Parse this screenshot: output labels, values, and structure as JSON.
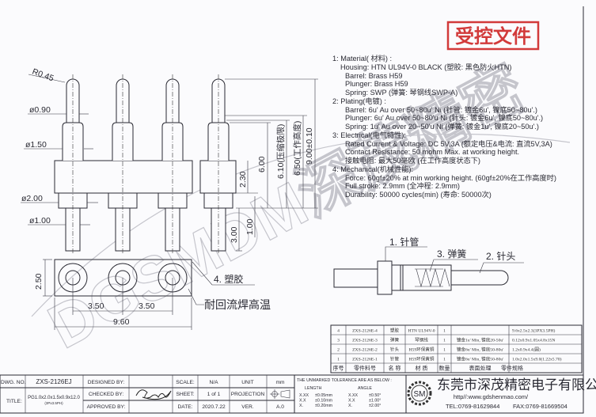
{
  "stamp": {
    "text": "受控文件",
    "color": "#d23a3a"
  },
  "watermark": {
    "text": "DGSMDM深茂精密"
  },
  "drawing": {
    "radius_label": "R0.45",
    "diameters": {
      "plunger": "ø0.90",
      "barrel": "ø1.50",
      "flange": "ø2.00",
      "tail": "ø1.00"
    },
    "heights": {
      "total": "9.00±0.10",
      "working": "6.50(工作高度)",
      "compressed": "6.10(压缩极限)",
      "barrel": "6.00",
      "housing": "2.30",
      "tail": "3.00",
      "flange_tail": "1.00"
    },
    "bottom_view": {
      "width": "2.50",
      "pitch_1": "3.50",
      "pitch_2": "3.50",
      "length": "9.60"
    },
    "callouts": {
      "housing": "4. 塑胶",
      "reflow": "耐回流焊高温"
    },
    "side_view_callouts": {
      "barrel": "1. 针管",
      "spring": "3. 弹簧",
      "plunger": "2. 针头"
    }
  },
  "specs": [
    {
      "text": "1:  Material( 材料) :",
      "indent": 0
    },
    {
      "text": "Housing:  HTN UL94V-0 BLACK (塑胶: 黑色防火HTN)",
      "indent": 1
    },
    {
      "text": "Barrel:  Brass H59",
      "indent": 2
    },
    {
      "text": "Plunger:  Brass H59",
      "indent": 2
    },
    {
      "text": "Spring:  SWP   (弹簧:  琴钢线SWP-A)",
      "indent": 2
    },
    {
      "text": "2:  Plating(电镀) :",
      "indent": 0
    },
    {
      "text": "Barrel:  6u' Au over 50~80u' Ni (针管: 镀金6u', 镍底50~80u'.)",
      "indent": 2
    },
    {
      "text": "Plunger:  6u' Au over 50~80'u Ni (针头: 镀金6u', 镍底50~80u'.)",
      "indent": 2
    },
    {
      "text": "Spring:  1u' Au over 20~50'u Ni (弹簧: 镀金1u', 镍底20~50u'.)",
      "indent": 2
    },
    {
      "text": "3:  Electrical(电气特性):",
      "indent": 0
    },
    {
      "text": "Rated Current & Voltage: DC 5V,3A (额定电压&电流: 直流5V,3A)",
      "indent": 2
    },
    {
      "text": "Contact Resistance: 50 mohm Max. at working height.",
      "indent": 2
    },
    {
      "text": "接触电阻: 最大50毫欧 (在工作高度状态下)",
      "indent": 2
    },
    {
      "text": "4:  Mechanical(机械性能):",
      "indent": 0
    },
    {
      "text": "Force: 60gf±20% at min working height. (60gf±20%在工作高度时)",
      "indent": 2
    },
    {
      "text": "Full stroke: 2.9mm (全冲程: 2.9mm)",
      "indent": 2
    },
    {
      "text": "Durability: 50000 cycles(min) (寿命: 50000次)",
      "indent": 2
    }
  ],
  "parts_table": {
    "headers": [
      "序号",
      "零件料号",
      "名 称",
      "材 质",
      "数量",
      "表面处理",
      "零件规格"
    ],
    "rows": [
      [
        "4",
        "ZXS-2126E-4",
        "塑胶",
        "HTN UL94V-0",
        "1",
        "",
        "9.6x2.5x2.3(3PX3.5PH)"
      ],
      [
        "3",
        "ZXS-2126E-3",
        "弹簧",
        "琴钢线",
        "1",
        "镀金1u' Min, 镍底20-50u'",
        "0.12x0.9x1.05x4.8x15N"
      ],
      [
        "2",
        "ZXS-2126E-2",
        "针头",
        "H59环保黄铜",
        "1",
        "镀金6u' Min, 镍底50-80u'",
        "1.2x0.9x4.4(圆)"
      ],
      [
        "1",
        "ZXS-2126E-1",
        "针管",
        "H59环保黄铜",
        "1",
        "镀金6u' Min, 镍底50-80u'",
        "1.0x2.0x1.5x9.0(1.22x5.70)"
      ]
    ]
  },
  "title_block": {
    "dwg_no_label": "DWG. NO.",
    "dwg_no": "ZXS-2126EJ",
    "title_label": "TITLE:",
    "title": "PG1.0x2.0x1.5x0.9x12.0",
    "title_sub": "(3Px3.5PH)",
    "designed_by_label": "DESIGNED BY:",
    "checked_by_label": "CHECKED BY:",
    "approved_by_label": "APPROVED BY:",
    "scale_label": "SCALE:",
    "scale": "N/A",
    "sheet_label": "SHEET:",
    "sheet": "1 of 1",
    "date_label": "DATE:",
    "date": "2020.7.22",
    "unit_label": "UNIT",
    "unit": "mm",
    "projection_label": "PROJECTION",
    "ver_label": "VER.",
    "ver": "A.0"
  },
  "tolerance": {
    "title": "THE UNMARKED TOLERANCE ARE AS BELOW :",
    "length_label": "LENGTH",
    "angle_label": "ANGLE",
    "rows": [
      {
        "fmt": "X.XX",
        "length": "±0.05mm",
        "afmt": "X.XX",
        "angle": "±0.50°"
      },
      {
        "fmt": "X.X",
        "length": "±0.10mm",
        "afmt": "X.X",
        "angle": "±1.00°"
      },
      {
        "fmt": "X.",
        "length": "±0.20mm",
        "afmt": "X.",
        "angle": "±2.00°"
      }
    ]
  },
  "company": {
    "logo": "SM",
    "name": "东莞市深茂精密电子有限公司",
    "url": "http//:www.gdshenmao.com/",
    "tel": "TEL:0769-81629844",
    "fax": "FAX:0769-81669504"
  }
}
